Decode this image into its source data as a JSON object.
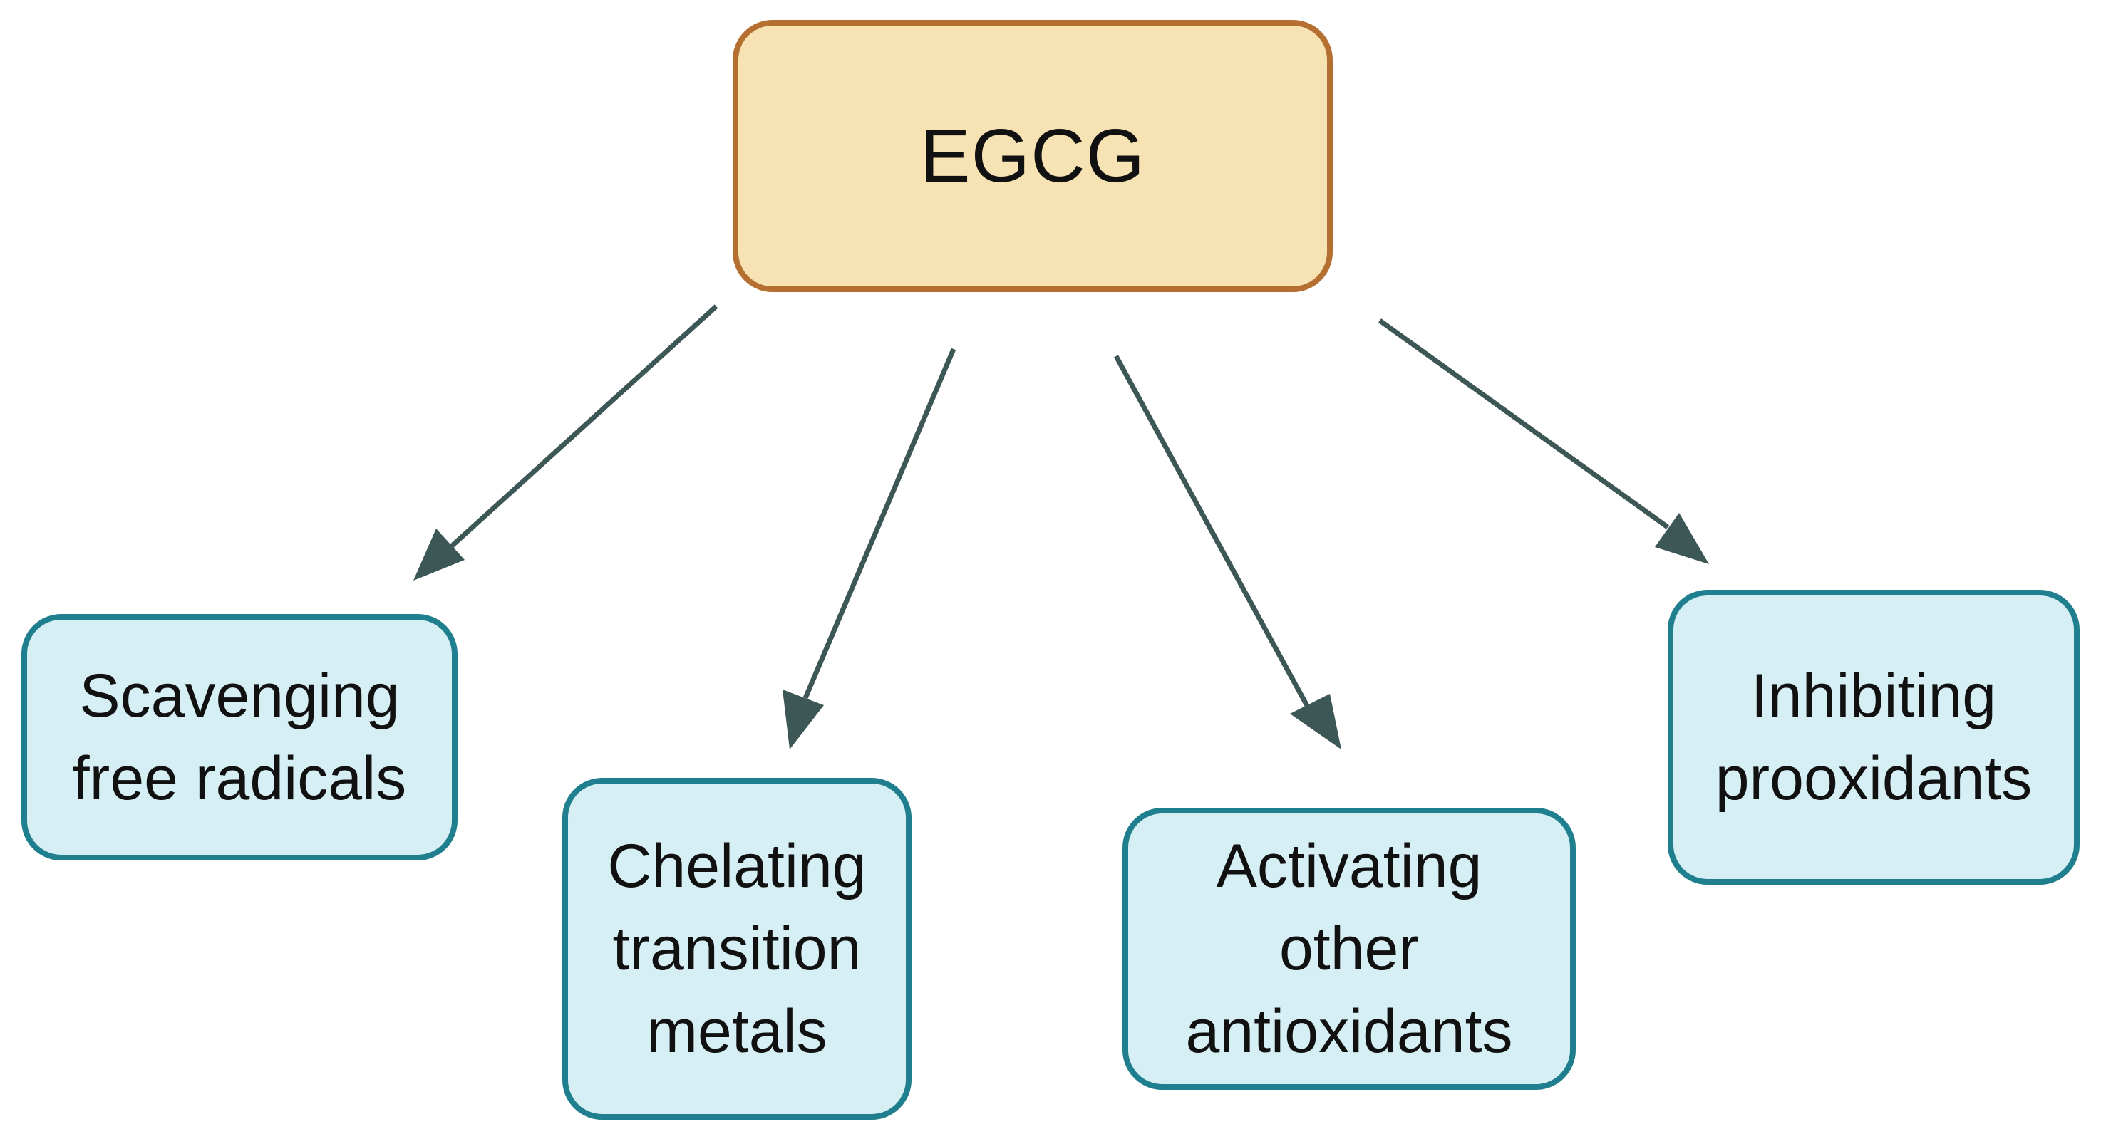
{
  "root": {
    "label": "EGCG"
  },
  "children": [
    {
      "label": "Scavenging\nfree radicals"
    },
    {
      "label": "Chelating\ntransition\nmetals"
    },
    {
      "label": "Activating\nother\nantioxidants"
    },
    {
      "label": "Inhibiting\nprooxidants"
    }
  ],
  "colors": {
    "root_fill": "#f7e2b4",
    "root_border": "#b56f31",
    "child_fill": "#d6eff5",
    "child_border": "#1f7f8e",
    "arrow": "#3d5656"
  }
}
